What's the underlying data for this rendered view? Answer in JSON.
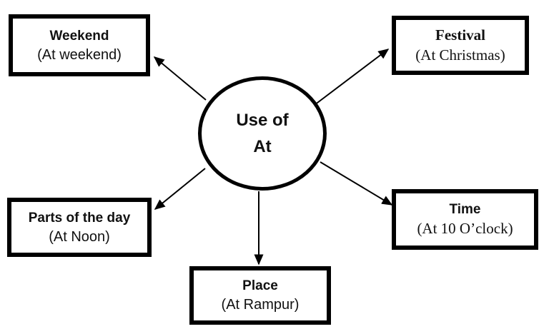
{
  "center": {
    "line1": "Use of",
    "line2": "At"
  },
  "nodes": [
    {
      "title": "Weekend",
      "example": "(At weekend)"
    },
    {
      "title": "Festival",
      "example": "(At Christmas)"
    },
    {
      "title": "Parts of the day",
      "example": "(At Noon)"
    },
    {
      "title": "Time",
      "example": "(At 10 O’clock)"
    },
    {
      "title": "Place",
      "example": "(At Rampur)"
    }
  ],
  "colors": {
    "stroke": "#000000",
    "background": "#ffffff",
    "text": "#111111"
  }
}
